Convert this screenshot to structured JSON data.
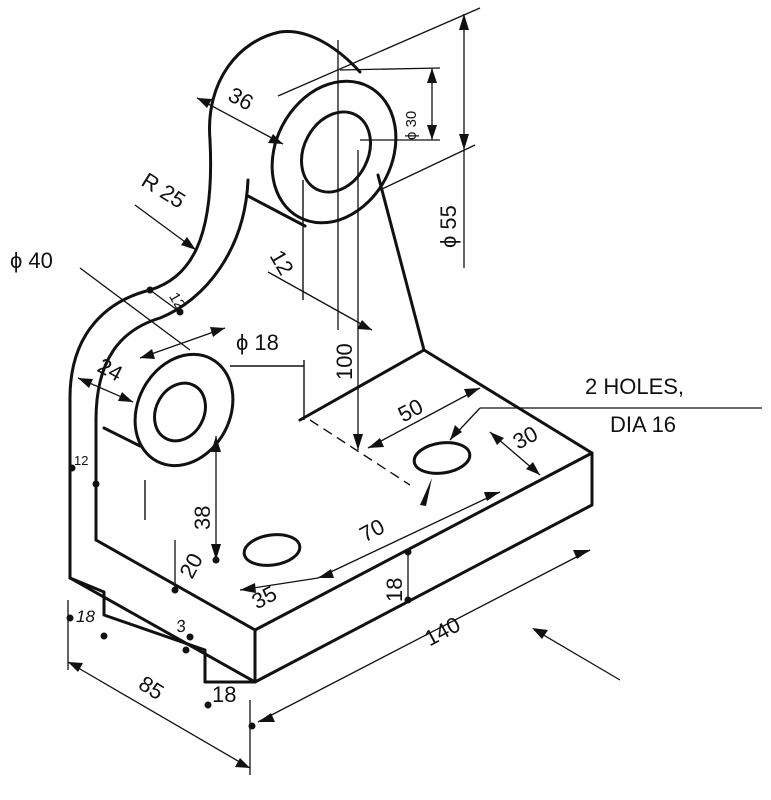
{
  "dimensions": {
    "d36": "36",
    "phi30": "ϕ 30",
    "phi55": "ϕ 55",
    "r25": "R 25",
    "phi40": "ϕ 40",
    "d12_arm": "12",
    "d12_rib": "12",
    "phi18": "ϕ 18",
    "d24": "24",
    "d100": "100",
    "d50": "50",
    "d30": "30",
    "d12_left": "12",
    "d38": "38",
    "d70": "70",
    "d20": "20",
    "d35": "35",
    "d18_step": "18",
    "d18_left": "18",
    "d3": "3",
    "d18_bottom": "18",
    "d140": "140",
    "d85": "85"
  },
  "notes": {
    "holes_line1": "2 HOLES,",
    "holes_line2": "DIA 16"
  },
  "view_arrow": "viewing-direction-arrow"
}
